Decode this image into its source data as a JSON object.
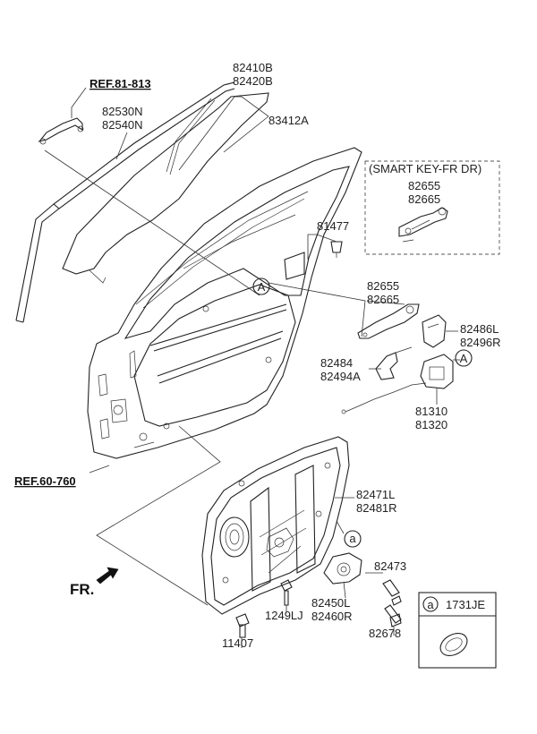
{
  "labels": {
    "ref_top": "REF.81-813",
    "ref_bottom": "REF.60-760",
    "lbl_82410B": "82410B",
    "lbl_82420B": "82420B",
    "lbl_82530N": "82530N",
    "lbl_82540N": "82540N",
    "lbl_83412A": "83412A",
    "smart_key": "(SMART KEY-FR DR)",
    "lbl_82655_sk": "82655",
    "lbl_82665_sk": "82665",
    "lbl_81477": "81477",
    "lbl_82655": "82655",
    "lbl_82665": "82665",
    "lbl_82486L": "82486L",
    "lbl_82496R": "82496R",
    "lbl_82484": "82484",
    "lbl_82494A": "82494A",
    "lbl_81310": "81310",
    "lbl_81320": "81320",
    "lbl_82471L": "82471L",
    "lbl_82481R": "82481R",
    "lbl_82473": "82473",
    "lbl_82450L": "82450L",
    "lbl_82460R": "82460R",
    "lbl_1249LJ": "1249LJ",
    "lbl_82678": "82678",
    "lbl_11407": "11407",
    "lbl_1731JE": "1731JE",
    "fr": "FR.",
    "circle_A": "A",
    "circle_a": "a"
  }
}
